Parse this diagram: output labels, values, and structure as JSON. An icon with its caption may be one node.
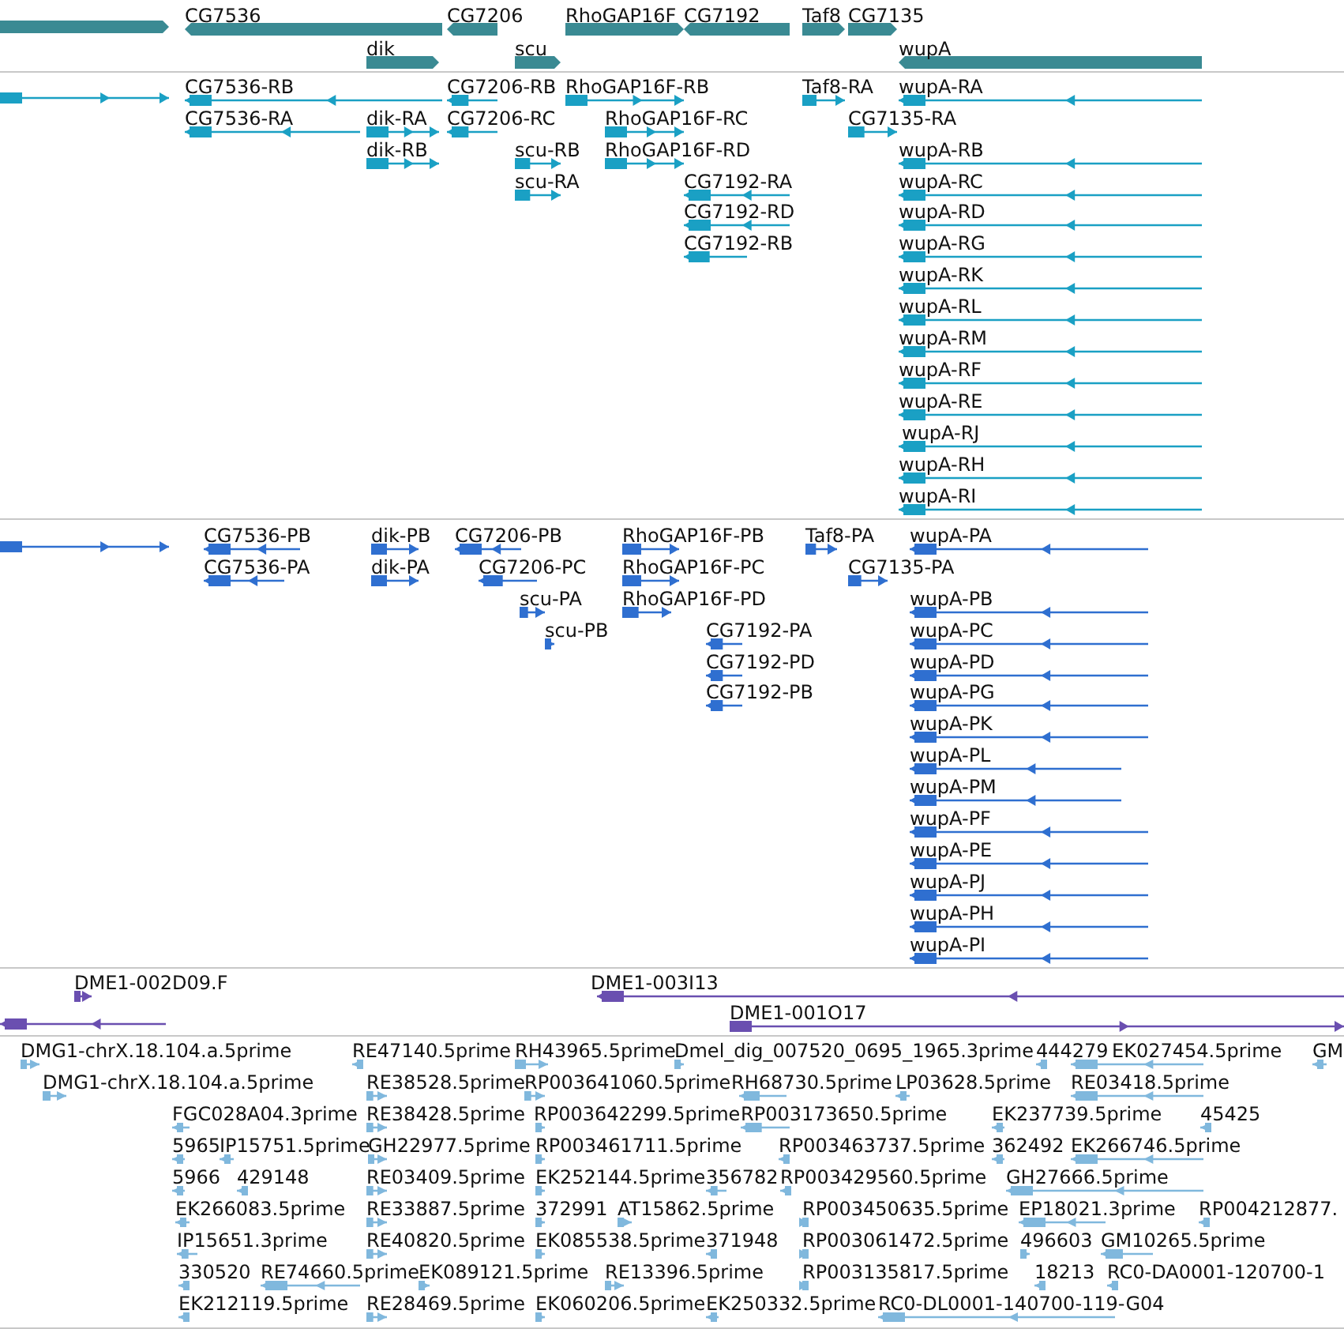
{
  "diagram": {
    "labels": [
      "CG7536",
      "CG7206",
      "RhoGAP16F",
      "CG7192",
      "Taf8",
      "CG7135",
      "dik",
      "scu",
      "wupA",
      "CG7536-RB",
      "CG7206-RB",
      "RhoGAP16F-RB",
      "Taf8-RA",
      "wupA-RA",
      "CG7536-RA",
      "dik-RA",
      "CG7206-RC",
      "RhoGAP16F-RC",
      "CG7135-RA",
      "dik-RB",
      "scu-RB",
      "RhoGAP16F-RD",
      "wupA-RB",
      "scu-RA",
      "CG7192-RA",
      "wupA-RC",
      "CG7192-RD",
      "wupA-RD",
      "CG7192-RB",
      "wupA-RG",
      "wupA-RK",
      "wupA-RL",
      "wupA-RM",
      "wupA-RF",
      "wupA-RE",
      "wupA-RJ",
      "wupA-RH",
      "wupA-RI",
      "CG7536-PB",
      "dik-PB",
      "CG7206-PB",
      "RhoGAP16F-PB",
      "Taf8-PA",
      "wupA-PA",
      "CG7536-PA",
      "dik-PA",
      "CG7206-PC",
      "RhoGAP16F-PC",
      "CG7135-PA",
      "scu-PA",
      "RhoGAP16F-PD",
      "wupA-PB",
      "scu-PB",
      "CG7192-PA",
      "wupA-PC",
      "CG7192-PD",
      "wupA-PD",
      "CG7192-PB",
      "wupA-PG",
      "wupA-PK",
      "wupA-PL",
      "wupA-PM",
      "wupA-PF",
      "wupA-PE",
      "wupA-PJ",
      "wupA-PH",
      "wupA-PI",
      "DME1-002D09.F",
      "DME1-003I13",
      "DME1-001O17",
      "DMG1-chrX.18.104.a.5prime",
      "RE47140.5prime",
      "RH43965.5prime",
      "Dmel_dig_007520_0695_1965.3prime",
      "444279",
      "EK027454.5prime",
      "GM",
      "DMG1-chrX.18.104.a.5prime",
      "RE38528.5prime",
      "RP003641060.5prime",
      "RH68730.5prime",
      "LP03628.5prime",
      "RE03418.5prime",
      "FGC028A04.3prime",
      "RE38428.5prime",
      "RP003642299.5prime",
      "RP003173650.5prime",
      "EK237739.5prime",
      "45425",
      "5965",
      "IP15751.5prime",
      "GH22977.5prime",
      "RP003461711.5prime",
      "RP003463737.5prime",
      "362492",
      "EK266746.5prime",
      "5966",
      "429148",
      "RE03409.5prime",
      "EK252144.5prime",
      "356782",
      "RP003429560.5prime",
      "GH27666.5prime",
      "EK266083.5prime",
      "RE33887.5prime",
      "372991",
      "AT15862.5prime",
      "RP003450635.5prime",
      "EP18021.3prime",
      "RP004212877.",
      "IP15651.3prime",
      "RE40820.5prime",
      "EK085538.5prime",
      "371948",
      "RP003061472.5prime",
      "496603",
      "GM10265.5prime",
      "330520",
      "RE74660.5prime",
      "EK089121.5prime",
      "RE13396.5prime",
      "RP003135817.5prime",
      "18213",
      "RC0-DA0001-120700-1",
      "EK212119.5prime",
      "RE28469.5prime",
      "EK060206.5prime",
      "EK250332.5prime",
      "RC0-DL0001-140700-119-G04"
    ]
  }
}
